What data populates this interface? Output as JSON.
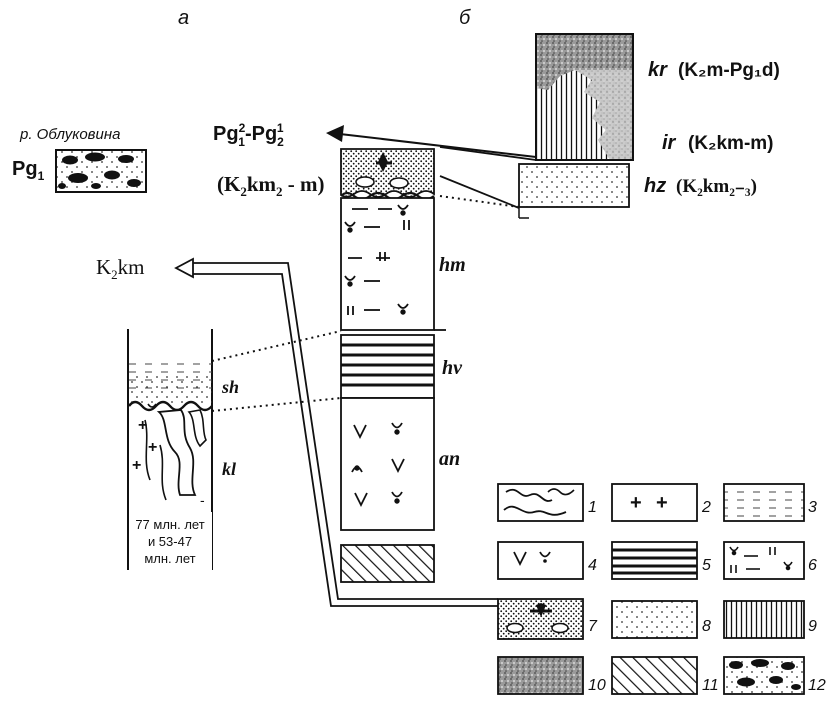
{
  "columns": {
    "a": {
      "letter": "а"
    },
    "b": {
      "letter": "б"
    }
  },
  "obluk": {
    "river": "р. Облуковина",
    "pg": "Pg",
    "pg_sub": "1"
  },
  "top_label": {
    "pg1": "Pg",
    "sup1": "2",
    "sub1": "1",
    "dash": "-Pg",
    "sub2": "2",
    "sup2": "1"
  },
  "k2km2_label": {
    "open": "(K",
    "sub": "2",
    "mid": "km",
    "sub2": "2",
    "close": " - m)"
  },
  "k2km_label": {
    "k": "K",
    "sub": "2",
    "km": "km"
  },
  "col_b_units": {
    "hm": "hm",
    "hv": "hv",
    "an": "an"
  },
  "col_a_units": {
    "sh": "sh",
    "kl": "kl",
    "age1": "77 млн. лет",
    "age2": "и 53-47",
    "age3": "млн. лет"
  },
  "right_units": {
    "kr": "kr",
    "kr_age": "(K₂m-Pg₁d)",
    "ir": "ir",
    "ir_age": "(K₂km-m)",
    "hz": "hz",
    "hz_age": "(K₂km₂₋₃)"
  },
  "legend": {
    "n1": "1",
    "n2": "2",
    "n3": "3",
    "n4": "4",
    "n5": "5",
    "n6": "6",
    "n7": "7",
    "n8": "8",
    "n9": "9",
    "n10": "10",
    "n11": "11",
    "n12": "12"
  }
}
